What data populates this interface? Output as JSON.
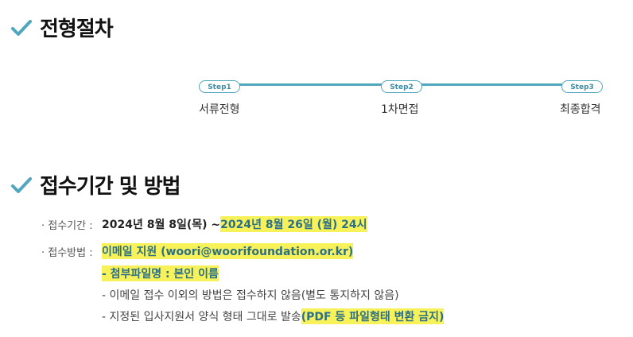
{
  "section1": {
    "title": "전형절차"
  },
  "steps": [
    {
      "badge": "Step1",
      "label": "서류전형"
    },
    {
      "badge": "Step2",
      "label": "1차면접"
    },
    {
      "badge": "Step3",
      "label": "최종합격"
    }
  ],
  "section2": {
    "title": "접수기간 및 방법"
  },
  "period": {
    "label": "· 접수기간 :",
    "start": "2024년 8월 8일(목) ~ ",
    "end": "2024년 8월 26일 (월) 24시"
  },
  "method": {
    "label": "· 접수방법 :",
    "email": "이메일 지원 (woori@woorifoundation.or.kr)",
    "attachment": "- 첨부파일명 : 본인 이름",
    "note1": "- 이메일 접수 이외의 방법은 접수하지 않음(별도 통지하지 않음)",
    "note2_prefix": "- 지정된 입사지원서 양식 형태 그대로 발송",
    "note2_highlight": "(PDF 등 파일형태 변환 금지)"
  },
  "colors": {
    "accent": "#4fa6bd",
    "highlight": "#f7f25a",
    "highlight_text": "#2c6f86"
  }
}
